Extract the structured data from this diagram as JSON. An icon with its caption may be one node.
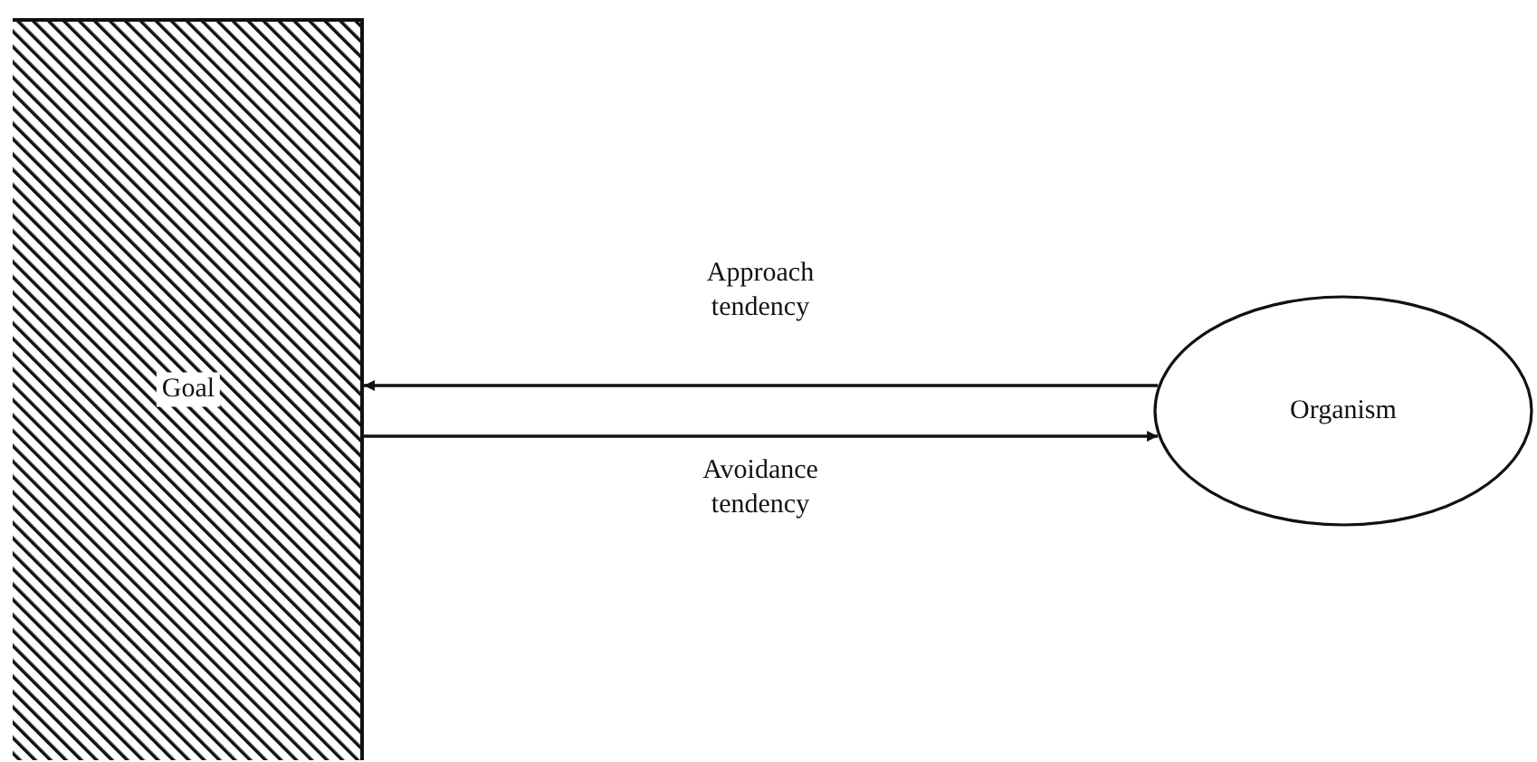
{
  "diagram": {
    "nodes": [
      {
        "text": [
          "Goal"
        ]
      },
      {
        "text": [
          "Organism"
        ]
      }
    ],
    "edges": [
      {
        "from": 1,
        "to": 0,
        "arrow": "to",
        "label": "Approach tendency"
      },
      {
        "from": 0,
        "to": 1,
        "arrow": "to",
        "label": "Avoidance tendency"
      }
    ]
  }
}
